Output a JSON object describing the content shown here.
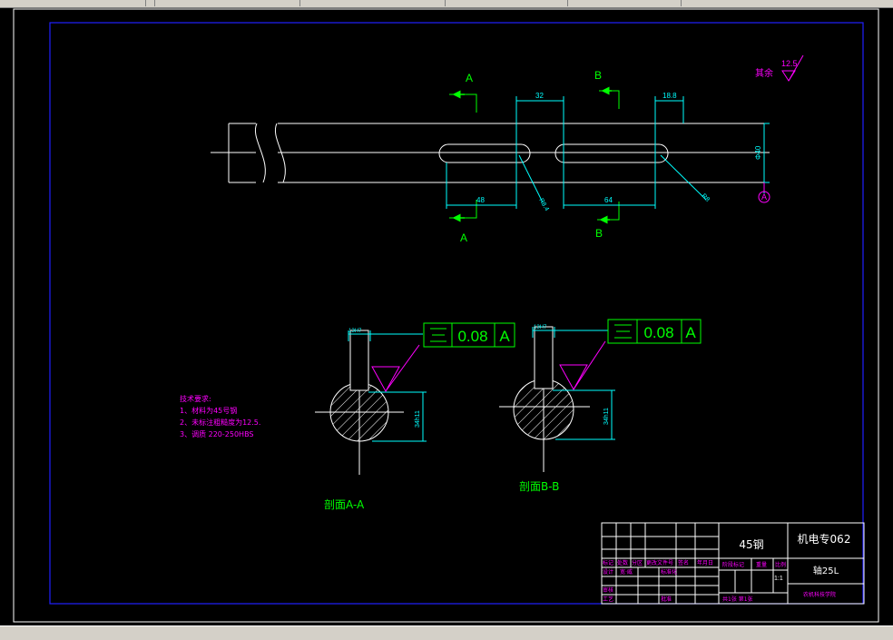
{
  "colors": {
    "white": "#ffffff",
    "cyan": "#00ffff",
    "green": "#00ff00",
    "magenta": "#ff00ff",
    "blue": "#2020ff",
    "background": "#000000"
  },
  "section_marks": {
    "a_top": "A",
    "b_top": "B",
    "a_bottom": "A",
    "b_bottom": "B"
  },
  "dimensions": {
    "d32": "32",
    "d18_8": "18.8",
    "d48": "48",
    "d64": "64",
    "dia40": "Φ40",
    "r8a": "R8.4",
    "r8b": "R8"
  },
  "datum": "A",
  "roughness": {
    "value": "12.5",
    "label": "其余"
  },
  "tolerance": {
    "value": "0.08",
    "datum": "A",
    "symbol": "symmetry-icon"
  },
  "section_aa": {
    "width_dim": "13H7",
    "depth_dim": "34h11",
    "title": "剖面A-A"
  },
  "section_bb": {
    "width_dim": "13H7",
    "depth_dim": "34h11",
    "title": "剖面B-B"
  },
  "tech_requirements": {
    "title": "技术要求:",
    "items": [
      "1、材料为45号钢",
      "2、未标注粗糙度为12.5.",
      "3、调质 220-250HBS"
    ]
  },
  "title_block": {
    "material": "45钢",
    "class_name": "机电专062",
    "part_name": "轴25L",
    "school": "农机科技学院",
    "header_labels": [
      "标记",
      "处数",
      "分区",
      "更改文件号",
      "签名",
      "年月日"
    ],
    "design_label": "设计",
    "designer": "宽·威",
    "standard_label": "标准化",
    "review_label": "审核",
    "process_label": "工艺",
    "approve_label": "批准",
    "stage_label": "阶段标记",
    "weight_label": "重量",
    "scale_label": "比例",
    "scale": "1:1",
    "sheet_info": "共1张 第1张"
  }
}
